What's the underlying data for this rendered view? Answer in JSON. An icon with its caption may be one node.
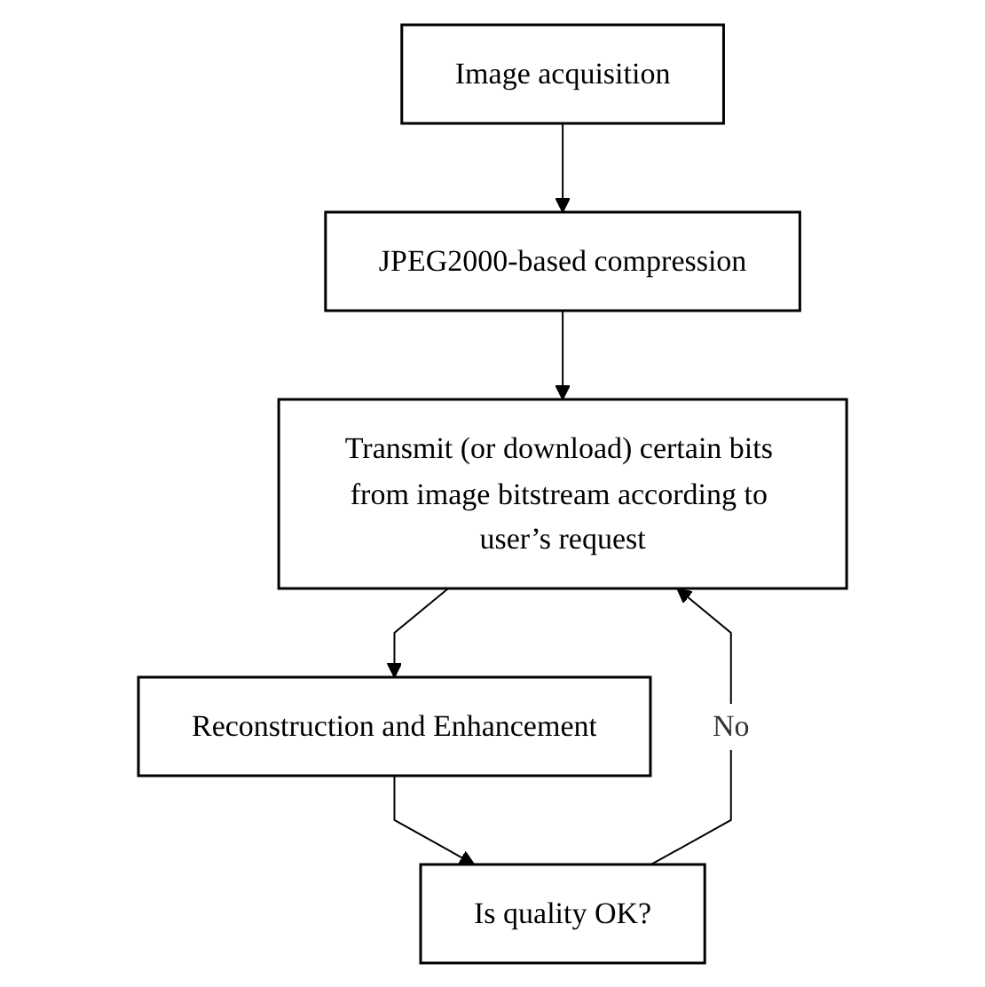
{
  "diagram": {
    "nodes": [
      {
        "text": [
          "Image acquisition"
        ]
      },
      {
        "text": [
          "JPEG2000-based compression"
        ]
      },
      {
        "text": [
          "Transmit (or download) certain bits from image bitstream according to user’s request"
        ]
      },
      {
        "text": [
          "Reconstruction and Enhancement"
        ]
      },
      {
        "text": [
          "Is quality OK?"
        ]
      }
    ],
    "edges": [
      {
        "from": 0,
        "to": 1,
        "arrow": "to"
      },
      {
        "from": 1,
        "to": 2,
        "arrow": "to"
      },
      {
        "from": 2,
        "to": 3,
        "arrow": "to"
      },
      {
        "from": 3,
        "to": 4,
        "arrow": "to"
      },
      {
        "from": 4,
        "to": 2,
        "arrow": "to",
        "label": "No"
      }
    ]
  }
}
